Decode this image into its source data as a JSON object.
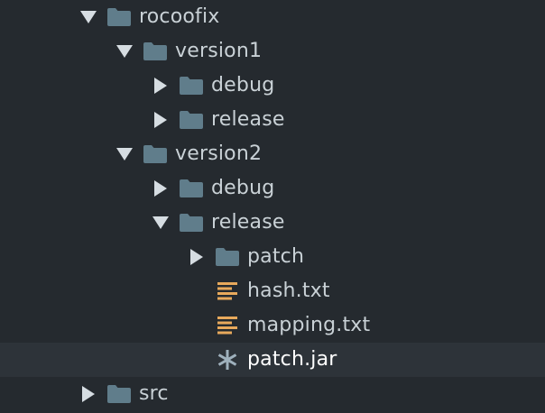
{
  "tree": [
    {
      "label": "rocoofix",
      "type": "folder",
      "expanded": true,
      "depth": 0,
      "icon": "folder-icon"
    },
    {
      "label": "version1",
      "type": "folder",
      "expanded": true,
      "depth": 1,
      "icon": "folder-icon"
    },
    {
      "label": "debug",
      "type": "folder",
      "expanded": false,
      "depth": 2,
      "icon": "folder-icon"
    },
    {
      "label": "release",
      "type": "folder",
      "expanded": false,
      "depth": 2,
      "icon": "folder-icon"
    },
    {
      "label": "version2",
      "type": "folder",
      "expanded": true,
      "depth": 1,
      "icon": "folder-icon"
    },
    {
      "label": "debug",
      "type": "folder",
      "expanded": false,
      "depth": 2,
      "icon": "folder-icon"
    },
    {
      "label": "release",
      "type": "folder",
      "expanded": true,
      "depth": 2,
      "icon": "folder-icon"
    },
    {
      "label": "patch",
      "type": "folder",
      "expanded": false,
      "depth": 3,
      "icon": "folder-icon"
    },
    {
      "label": "hash.txt",
      "type": "file",
      "depth": 3,
      "icon": "text-file-icon"
    },
    {
      "label": "mapping.txt",
      "type": "file",
      "depth": 3,
      "icon": "text-file-icon"
    },
    {
      "label": "patch.jar",
      "type": "file",
      "depth": 3,
      "icon": "asterisk-file-icon",
      "selected": true
    },
    {
      "label": "src",
      "type": "folder",
      "expanded": false,
      "depth": 0,
      "icon": "folder-icon"
    }
  ],
  "colors": {
    "background": "#252a2f",
    "selected_row": "#2d3339",
    "text": "#c9d1d6",
    "arrow": "#d6dde2",
    "folder": "#607d8b",
    "text_file": "#e8a95c",
    "asterisk_file": "#9fb1bd"
  }
}
